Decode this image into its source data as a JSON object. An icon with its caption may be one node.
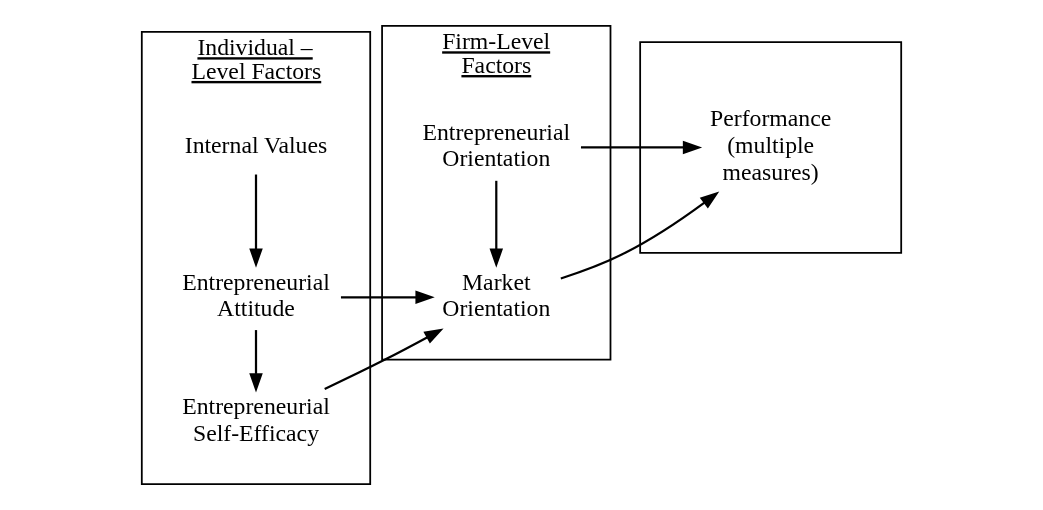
{
  "diagram": {
    "nodes": [
      {
        "text": [
          "Individual – Level Factors"
        ]
      },
      {
        "text": [
          "Internal Values"
        ],
        "in": 0
      },
      {
        "text": [
          "Entrepreneurial Attitude"
        ],
        "in": 0
      },
      {
        "text": [
          "Entrepreneurial Self-Efficacy"
        ],
        "in": 0
      },
      {
        "text": [
          "Firm-Level Factors"
        ]
      },
      {
        "text": [
          "Entrepreneurial Orientation"
        ],
        "in": 4
      },
      {
        "text": [
          "Market Orientation"
        ],
        "in": 4
      },
      {
        "text": [],
        "shape": "box"
      },
      {
        "text": [
          "Performance (multiple measures)"
        ],
        "in": 7
      }
    ],
    "edges": [
      {
        "from": 1,
        "to": 2,
        "arrow": "to"
      },
      {
        "from": 2,
        "to": 3,
        "arrow": "to"
      },
      {
        "from": 2,
        "to": 6,
        "arrow": "to"
      },
      {
        "from": 3,
        "to": 6,
        "arrow": "to"
      },
      {
        "from": 5,
        "to": 6,
        "arrow": "to"
      },
      {
        "from": 5,
        "to": 8,
        "arrow": "to"
      },
      {
        "from": 6,
        "to": 8,
        "arrow": "to"
      }
    ]
  }
}
